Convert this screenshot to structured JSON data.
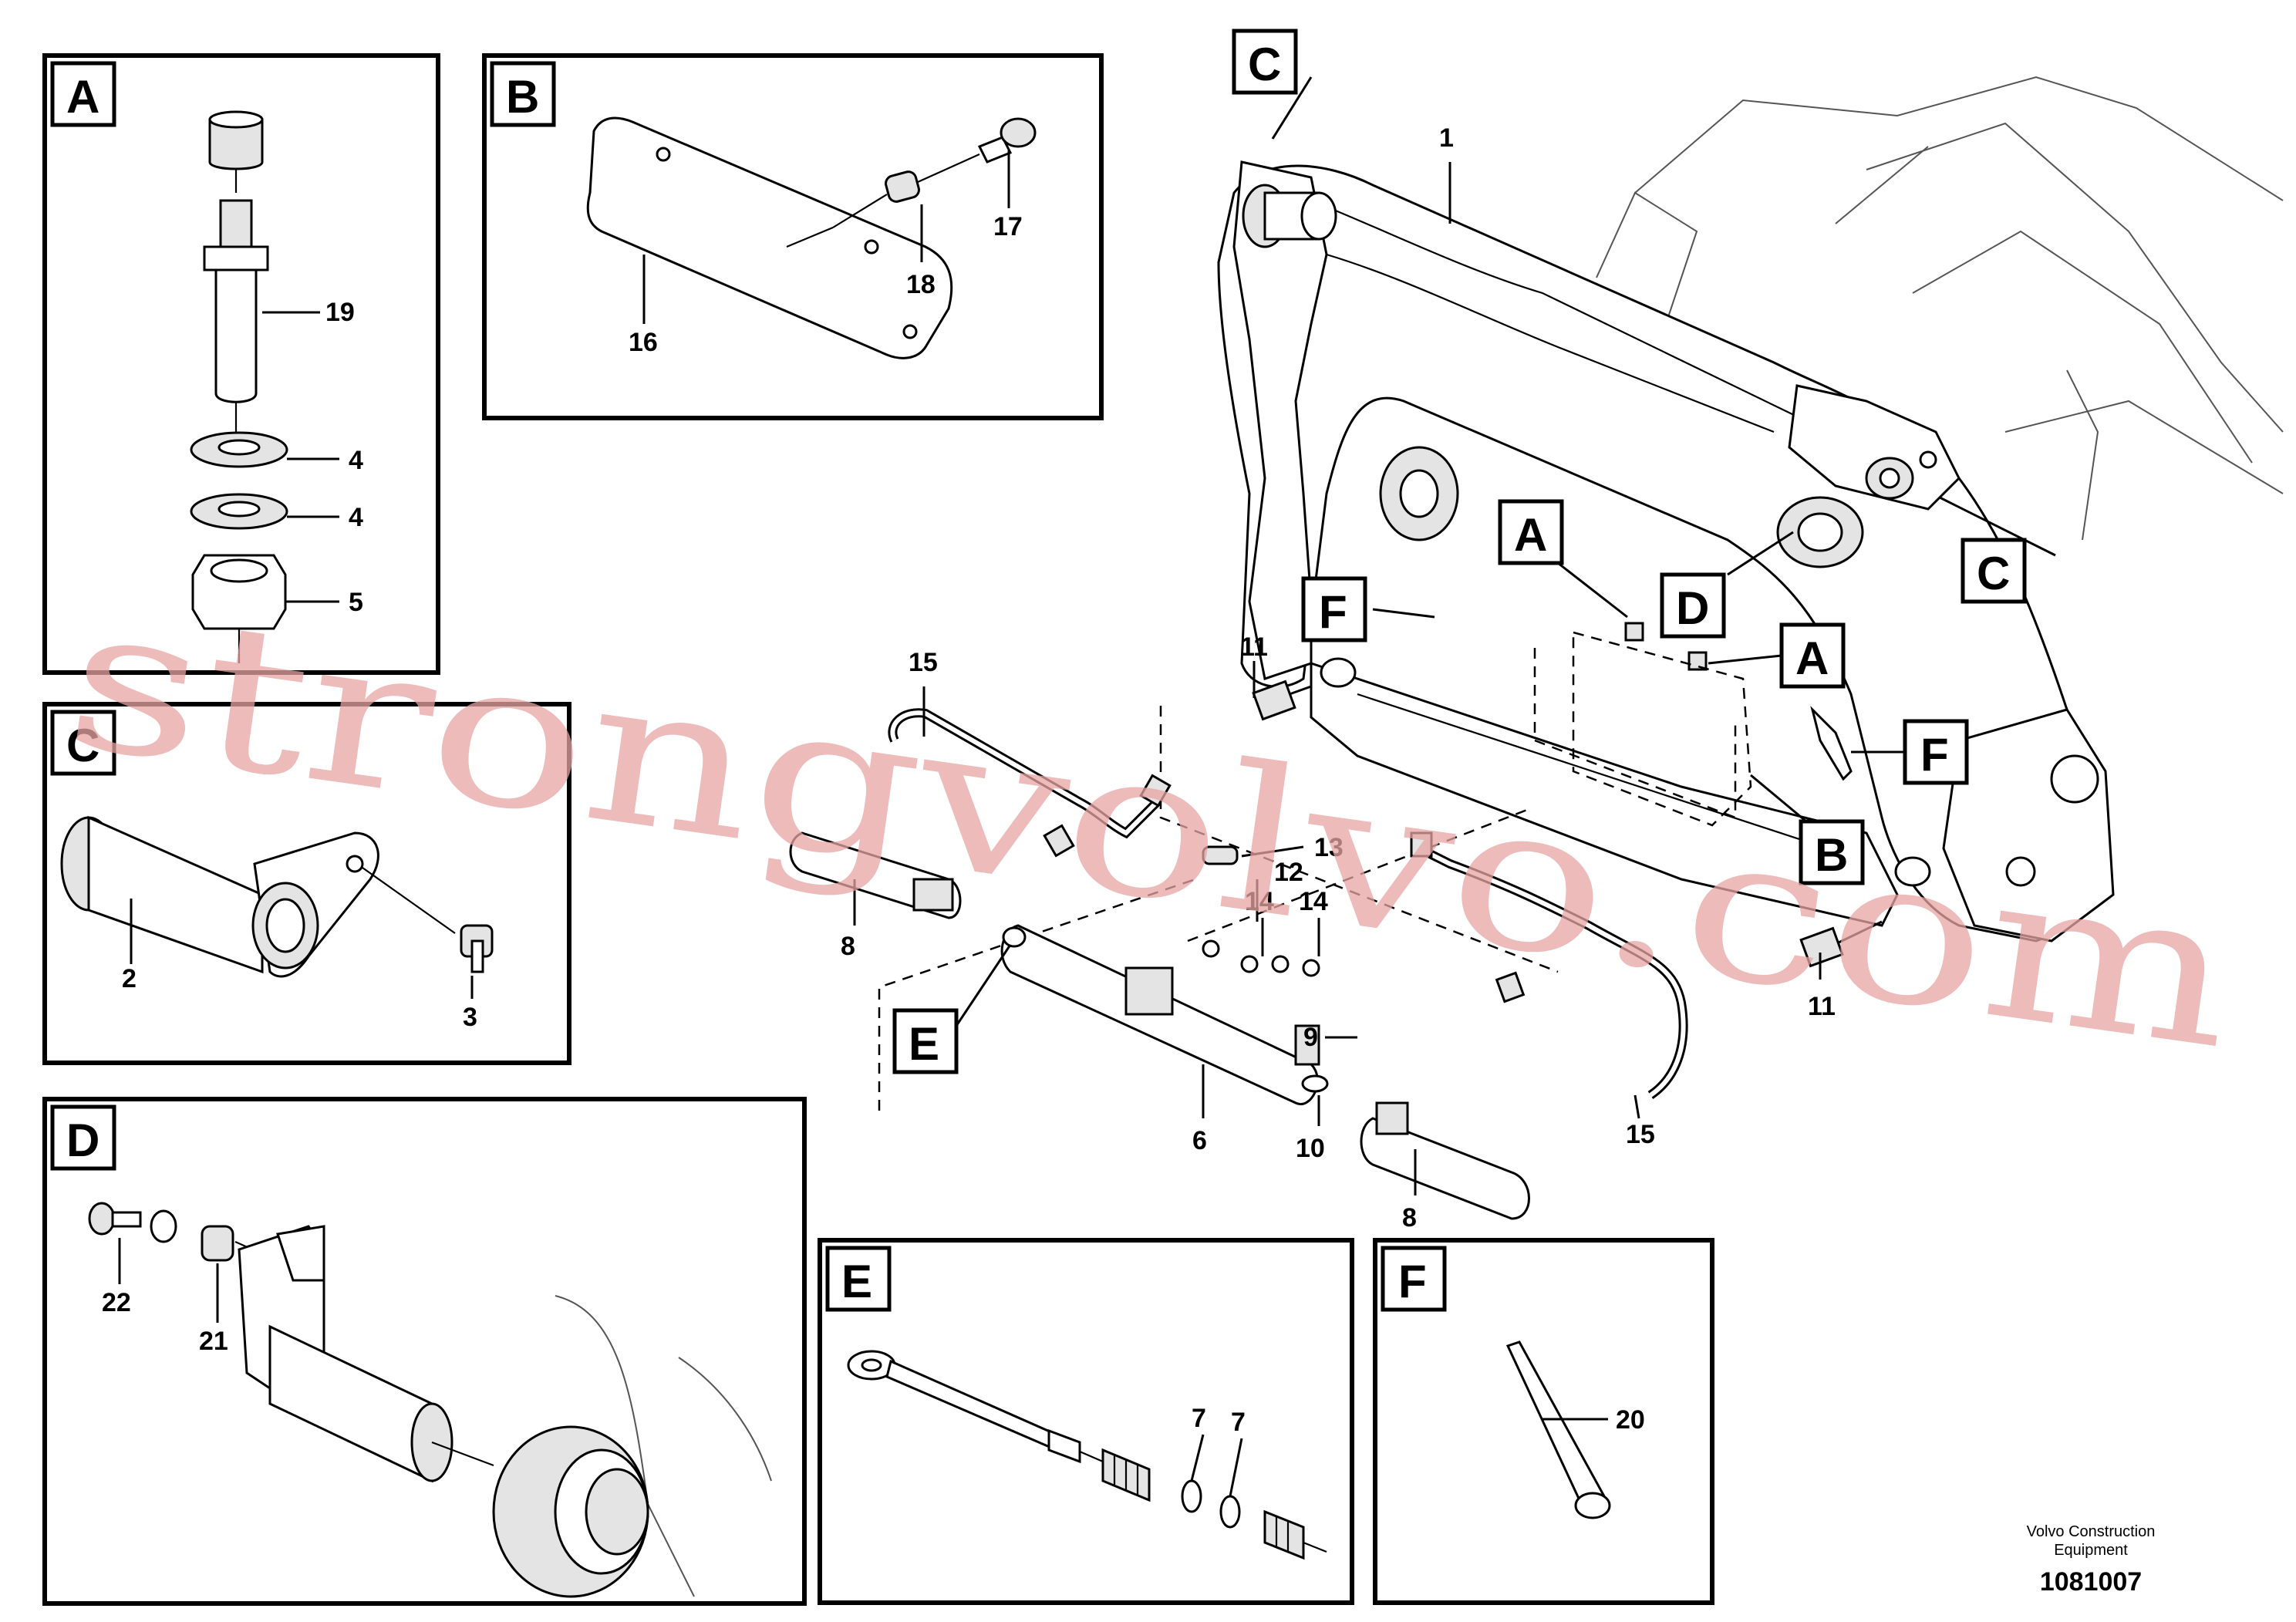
{
  "panels": [
    {
      "letter": "A",
      "callouts": [
        "19",
        "4",
        "4",
        "5"
      ]
    },
    {
      "letter": "B",
      "callouts": [
        "17",
        "18",
        "16"
      ]
    },
    {
      "letter": "C",
      "callouts": [
        "2",
        "3"
      ]
    },
    {
      "letter": "D",
      "callouts": [
        "22",
        "21"
      ]
    },
    {
      "letter": "E",
      "callouts": [
        "7",
        "7"
      ]
    },
    {
      "letter": "F",
      "callouts": [
        "20"
      ]
    }
  ],
  "main": {
    "detail_tags": [
      "C",
      "C",
      "A",
      "A",
      "D",
      "F",
      "F",
      "B",
      "E"
    ],
    "callouts": [
      "1",
      "11",
      "11",
      "15",
      "15",
      "13",
      "12",
      "14",
      "14",
      "8",
      "8",
      "9",
      "10",
      "6"
    ]
  },
  "watermark": "strongvolvo.com",
  "footer": {
    "company_line1": "Volvo Construction",
    "company_line2": "Equipment",
    "drawing_number": "1081007"
  }
}
